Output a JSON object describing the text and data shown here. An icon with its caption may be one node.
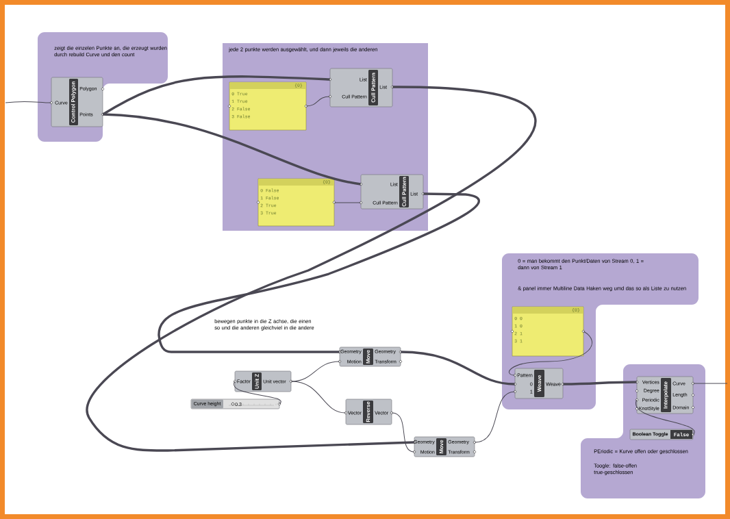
{
  "diagram": {
    "nodes": [
      {
        "text": [
          "zeigt die einzelen Punkte an, die erzeugt wurden durch rebuild Curve und den count"
        ]
      },
      {
        "text": [
          "Curve",
          "Control Polygon",
          "Polygon",
          "Points"
        ],
        "in": 0
      },
      {
        "text": [
          "jede 2 punkte werden ausgewählt, und dann jeweils die anderen"
        ]
      },
      {
        "text": [
          "{0}",
          "0 True",
          "1 True",
          "2 False",
          "3 False"
        ],
        "in": 2
      },
      {
        "text": [
          "List",
          "Cull Pattern",
          "Cull Pattern",
          "List"
        ],
        "in": 2
      },
      {
        "text": [
          "{0}",
          "0 False",
          "1 False",
          "2 True",
          "3 True"
        ],
        "in": 2
      },
      {
        "text": [
          "List",
          "Cull Pattern",
          "Cull Pattern",
          "List"
        ],
        "in": 2
      },
      {
        "text": [
          "0 = man bekommt den Punkt/Daten von Stream 0, 1 = dann von Stream 1",
          "& panel immer Multiline Data Haken weg umd das so als Liste zu nutzen"
        ]
      },
      {
        "text": [
          "{0}",
          "0 0",
          "1 0",
          "2 1",
          "3 1"
        ],
        "in": 7
      },
      {
        "text": [
          "Pattern",
          "0",
          "1",
          "Weave",
          "Weave"
        ],
        "in": 7
      },
      {
        "text": [
          "PEriodic = Kurve offen oder geschlossen",
          "Toogle: false-offen true-geschlossen"
        ]
      },
      {
        "text": [
          "Vertices",
          "Degree",
          "Periodic",
          "KnotStyle",
          "Interpolate",
          "Curve",
          "Length",
          "Domain"
        ],
        "in": 10
      },
      {
        "text": [
          "Boolean Toggle",
          "False"
        ],
        "in": 10
      },
      {
        "text": [
          "Geometry",
          "Motion",
          "Move",
          "Geometry",
          "Transform"
        ]
      },
      {
        "text": [
          "Factor",
          "Unit Z",
          "Unit vector"
        ]
      },
      {
        "text": [
          "Curve height",
          "0.3"
        ]
      },
      {
        "text": [
          "Vector",
          "Reverse",
          "Vector"
        ]
      },
      {
        "text": [
          "Geometry",
          "Motion",
          "Move",
          "Geometry",
          "Transform"
        ]
      }
    ],
    "edges": [
      {
        "from": null,
        "to": 1,
        "arrow": "none"
      },
      {
        "from": 1,
        "to": 4,
        "arrow": "none",
        "style": "thick"
      },
      {
        "from": 1,
        "to": 6,
        "arrow": "none",
        "style": "thick"
      },
      {
        "from": 3,
        "to": 4,
        "arrow": "none"
      },
      {
        "from": 5,
        "to": 6,
        "arrow": "none"
      },
      {
        "from": 4,
        "to": 17,
        "arrow": "none",
        "style": "thick"
      },
      {
        "from": 6,
        "to": 13,
        "arrow": "none",
        "style": "thick"
      },
      {
        "from": 15,
        "to": 14,
        "arrow": "none"
      },
      {
        "from": 14,
        "to": 13,
        "arrow": "none"
      },
      {
        "from": 14,
        "to": 16,
        "arrow": "none"
      },
      {
        "from": 16,
        "to": 17,
        "arrow": "none"
      },
      {
        "from": 13,
        "to": 9,
        "arrow": "none",
        "style": "thick"
      },
      {
        "from": 17,
        "to": 9,
        "arrow": "none"
      },
      {
        "from": 8,
        "to": 9,
        "arrow": "none"
      },
      {
        "from": 9,
        "to": 11,
        "arrow": "none",
        "style": "thick"
      },
      {
        "from": 12,
        "to": 11,
        "arrow": "none"
      },
      {
        "from": 11,
        "to": null,
        "arrow": "none"
      }
    ],
    "labels": [
      "bewegen punkte in die Z achse, die einen so und die anderen gleichviel in die andere"
    ]
  }
}
